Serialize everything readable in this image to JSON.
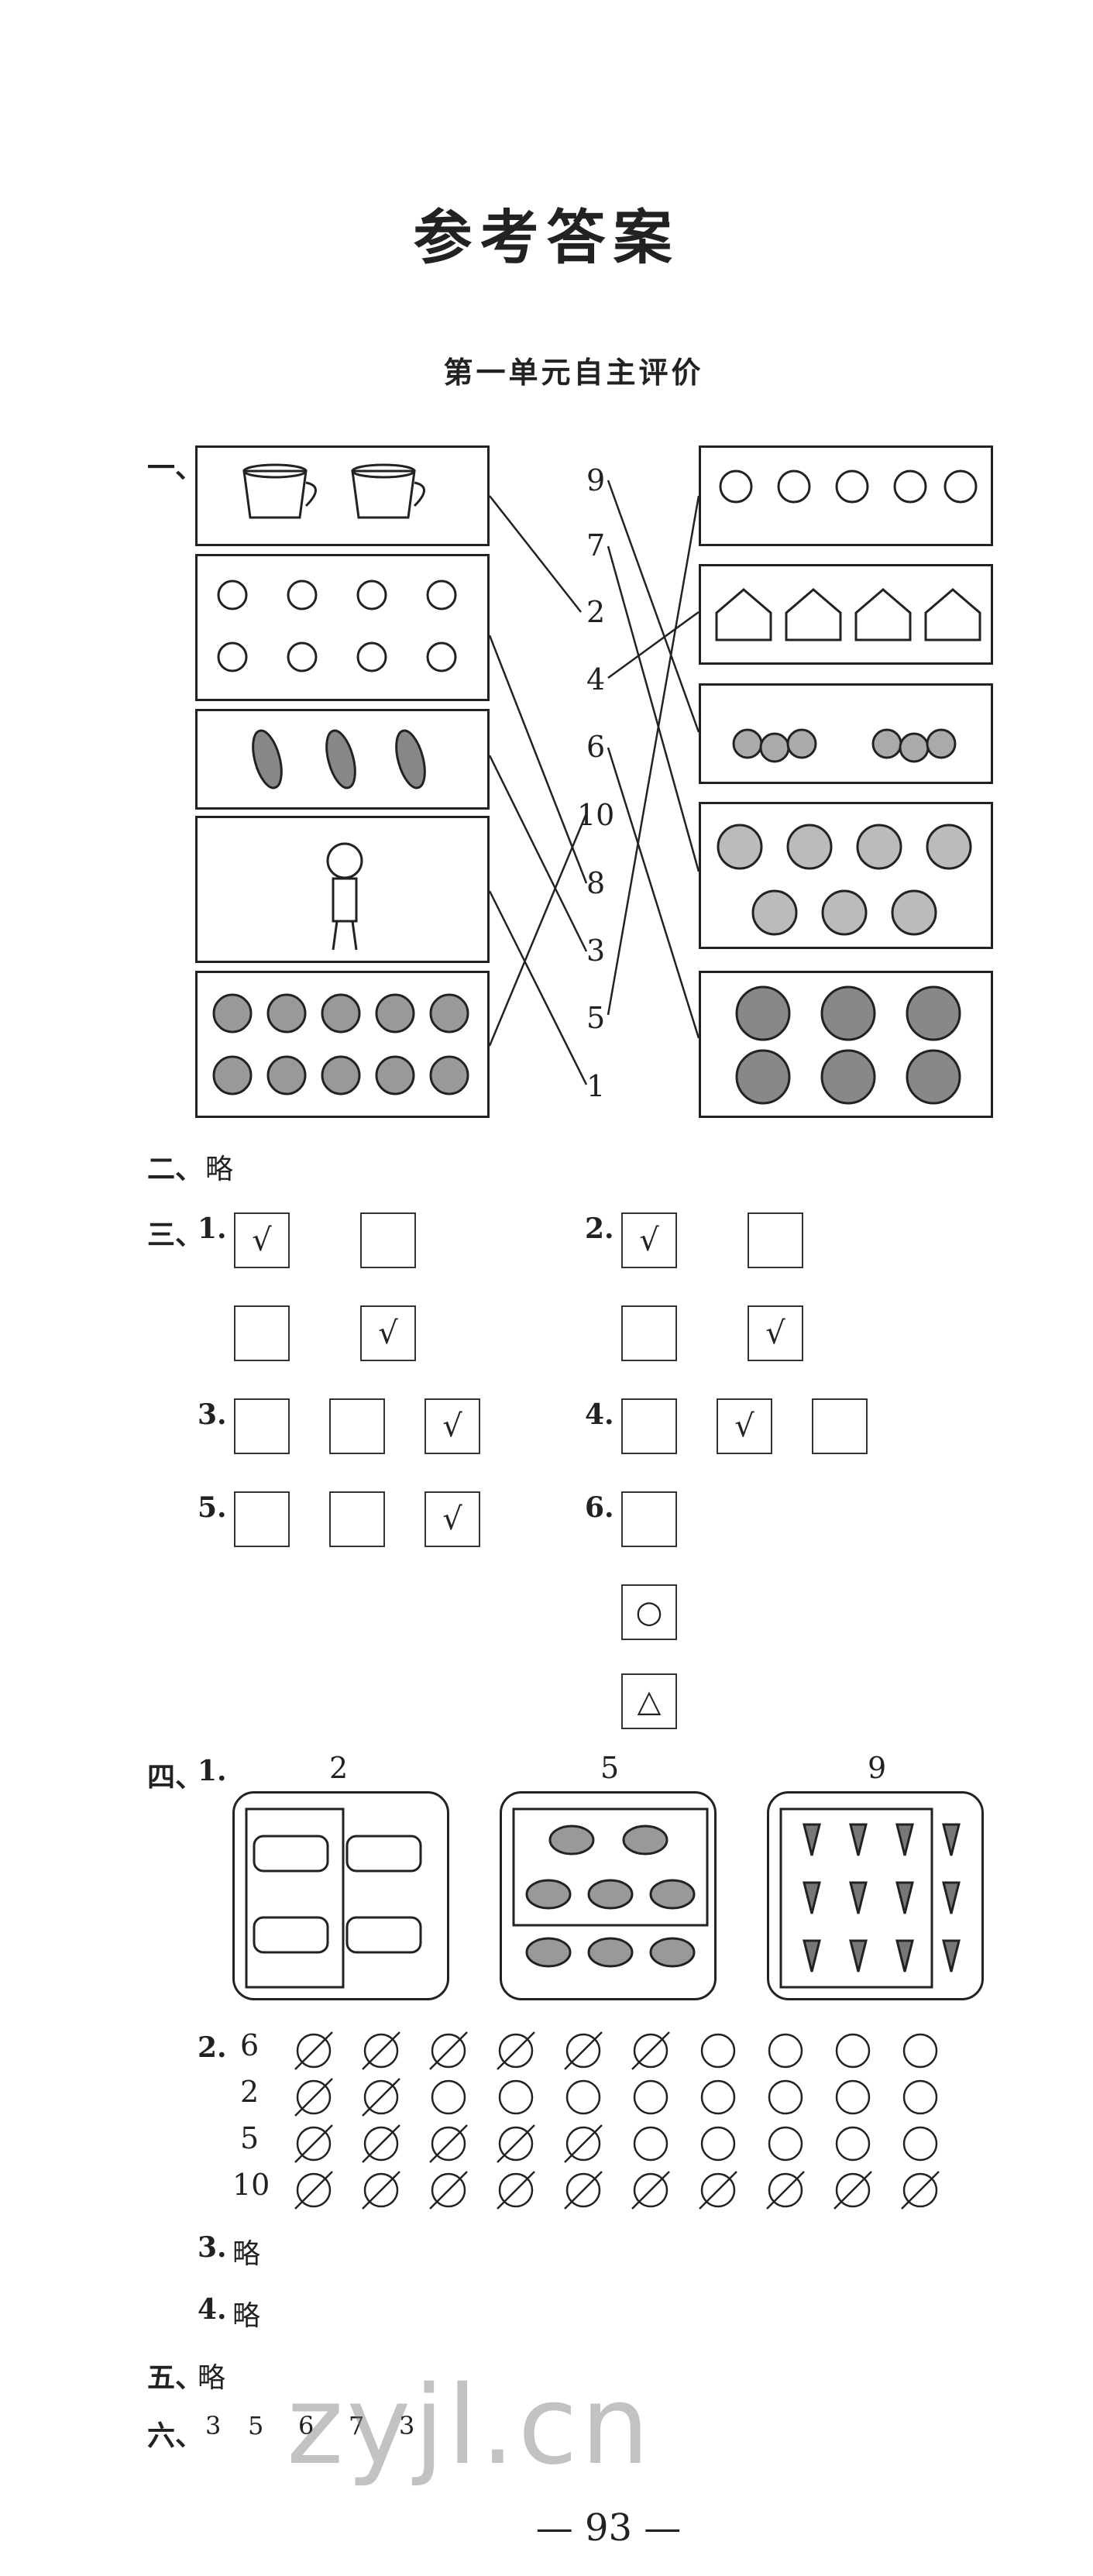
{
  "title": "参考答案",
  "unit_title": "第一单元自主评价",
  "section1": {
    "label": "一、",
    "left_numbers": [
      "9",
      "7",
      "2",
      "4",
      "6",
      "10",
      "8",
      "3",
      "5",
      "1"
    ]
  },
  "section2": {
    "label": "二、",
    "text": "略"
  },
  "section3": {
    "label": "三、",
    "q1": "1.",
    "q2": "2.",
    "q3": "3.",
    "q4": "4.",
    "q5": "5.",
    "q6": "6.",
    "check": "√",
    "circle": "○",
    "triangle": "△"
  },
  "section4": {
    "label": "四、",
    "q1": "1.",
    "group_counts": [
      "2",
      "5",
      "9"
    ],
    "q2": "2.",
    "rows": [
      {
        "label": "6",
        "crossed": 6
      },
      {
        "label": "2",
        "crossed": 2
      },
      {
        "label": "5",
        "crossed": 5
      },
      {
        "label": "10",
        "crossed": 10
      }
    ],
    "q3": "3.",
    "q3_text": "略",
    "q4": "4.",
    "q4_text": "略"
  },
  "section5": {
    "label": "五、",
    "text": "略"
  },
  "section6": {
    "label": "六、",
    "answers": [
      "3",
      "5",
      "6",
      "7",
      "3"
    ]
  },
  "watermark": "zyjl.cn",
  "page_number": "— 93 —"
}
